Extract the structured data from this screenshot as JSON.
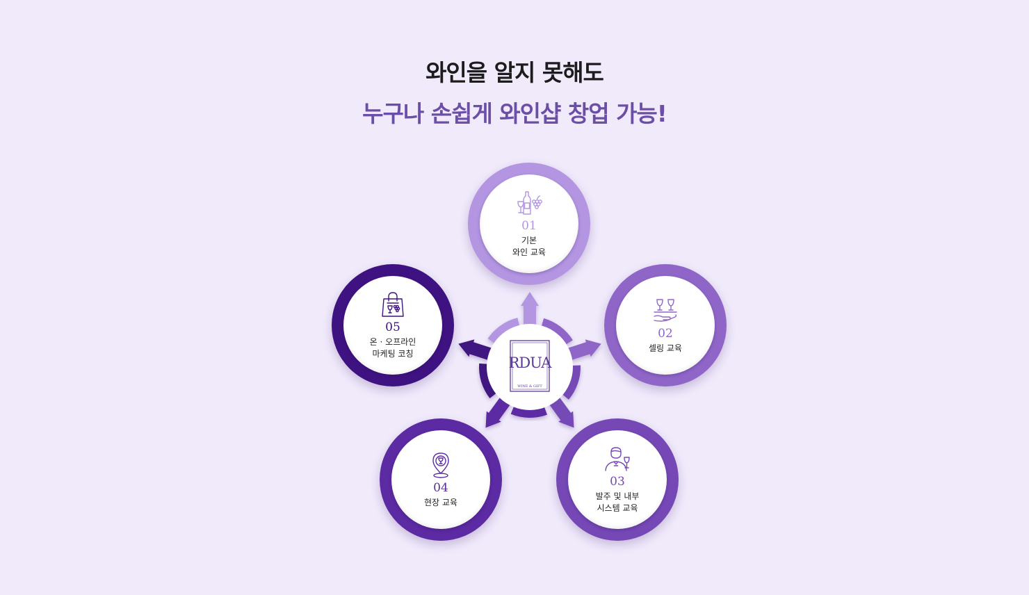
{
  "headline": {
    "line1": "와인을 알지 못해도",
    "line2": "누구나 손쉽게 와인샵 창업 가능!"
  },
  "center_logo": {
    "monogram": "RDUA",
    "tagline": "WINE & GIFT"
  },
  "steps": [
    {
      "number": "01",
      "label": "기본\n와인 교육",
      "icon": "wine-bottle-grapes-icon",
      "color": "#b395e2"
    },
    {
      "number": "02",
      "label": "셀링 교육",
      "icon": "wine-serving-hand-icon",
      "color": "#8f66c8"
    },
    {
      "number": "03",
      "label": "발주 및 내부\n시스템 교육",
      "icon": "sommelier-icon",
      "color": "#7548b6"
    },
    {
      "number": "04",
      "label": "현장 교육",
      "icon": "wine-location-pin-icon",
      "color": "#5c2aa2"
    },
    {
      "number": "05",
      "label": "온 · 오프라인\n마케팅 코칭",
      "icon": "wine-shopping-bag-icon",
      "color": "#3f1281"
    }
  ],
  "colors": {
    "background": "#f0eafb",
    "headline_dark": "#1c1c1c",
    "headline_accent": "#6b4ea6",
    "logo": "#5b3a96"
  }
}
